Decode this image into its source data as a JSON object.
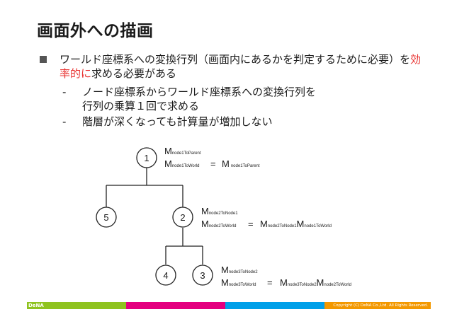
{
  "slide": {
    "title": "画面外への描画",
    "bullet": {
      "text_before": "ワールド座標系への変換行列（画面内にあるかを判定するために必要）を",
      "accent_text": "効率的に",
      "text_after": "求める必要がある"
    },
    "sub_bullets": [
      {
        "dash": "-",
        "line1": "ノード座標系からワールド座標系への変換行列を",
        "line2": "行列の乗算１回で求める"
      },
      {
        "dash": "-",
        "line1": "階層が深くなっても計算量が増加しない",
        "line2": ""
      }
    ]
  },
  "tree": {
    "nodes": [
      "1",
      "5",
      "2",
      "4",
      "3"
    ],
    "node1": {
      "parent_m": "M",
      "parent_sub": "node1ToParent",
      "world_m": "M",
      "world_sub": "node1ToWorld",
      "eq": "=",
      "r1_m": "M",
      "r1_sub": "node1ToParent"
    },
    "node2": {
      "parent_m": "M",
      "parent_sub": "node2ToNode1",
      "world_m": "M",
      "world_sub": "node2ToWorld",
      "eq": "=",
      "r1_m": "M",
      "r1_sub": "node2ToNode1",
      "r2_m": "M",
      "r2_sub": "node1ToWorld"
    },
    "node3": {
      "parent_m": "M",
      "parent_sub": "node3ToNode2",
      "world_m": "M",
      "world_sub": "node3ToWorld",
      "eq": "=",
      "r1_m": "M",
      "r1_sub": "node3ToNode2",
      "r2_m": "M",
      "r2_sub": "node2ToWorld"
    }
  },
  "footer": {
    "logo": "DeNA",
    "copyright": "Copyright (C) DeNA Co.,Ltd. All Rights Reserved.",
    "colors": [
      "#8fc31f",
      "#e4007f",
      "#00a0e9",
      "#f39800"
    ]
  }
}
